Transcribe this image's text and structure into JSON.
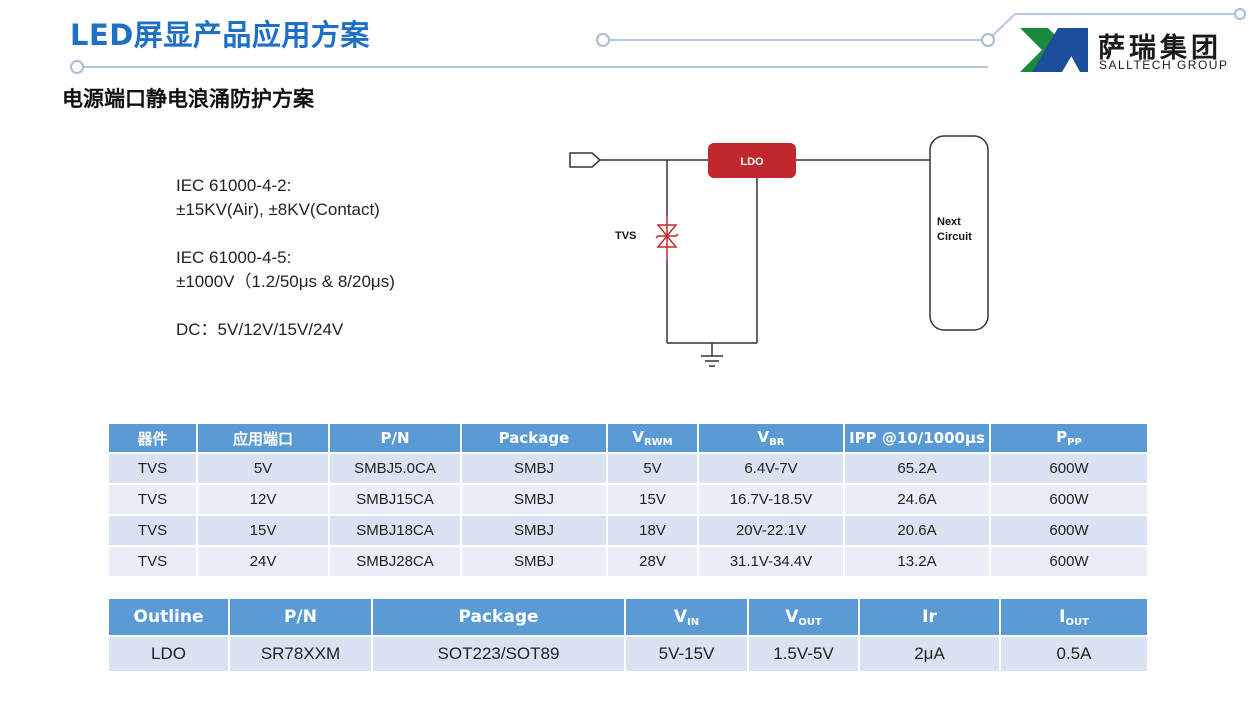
{
  "header": {
    "title": "LED屏显产品应用方案",
    "subtitle": "电源端口静电浪涌防护方案"
  },
  "logo": {
    "cn_name": "萨瑞集团",
    "en_name": "SALLTECH GROUP",
    "icon": "salltech-logo-icon",
    "brand_green": "#1a8a3c",
    "brand_blue": "#1d4e9c"
  },
  "specs": {
    "line1": "IEC 61000-4-2:",
    "line2": "±15KV(Air), ±8KV(Contact)",
    "line3": "IEC 61000-4-5:",
    "line4": "±1000V（1.2/50μs & 8/20μs)",
    "line5": "DC：5V/12V/15V/24V"
  },
  "circuit": {
    "ldo_label": "LDO",
    "tvs_label": "TVS",
    "next_line1": "Next",
    "next_line2": "Circuit",
    "ldo_color": "#c0282d",
    "tvs_color": "#c0282d"
  },
  "tvs_table": {
    "headers": {
      "device": "器件",
      "port": "应用端口",
      "pn": "P/N",
      "package": "Package",
      "vrwm_main": "V",
      "vrwm_sub": "RWM",
      "vbr_main": "V",
      "vbr_sub": "BR",
      "ipp": "IPP @10/1000μs",
      "ppp_main": "P",
      "ppp_sub": "PP"
    },
    "rows": [
      [
        "TVS",
        "5V",
        "SMBJ5.0CA",
        "SMBJ",
        "5V",
        "6.4V-7V",
        "65.2A",
        "600W"
      ],
      [
        "TVS",
        "12V",
        "SMBJ15CA",
        "SMBJ",
        "15V",
        "16.7V-18.5V",
        "24.6A",
        "600W"
      ],
      [
        "TVS",
        "15V",
        "SMBJ18CA",
        "SMBJ",
        "18V",
        "20V-22.1V",
        "20.6A",
        "600W"
      ],
      [
        "TVS",
        "24V",
        "SMBJ28CA",
        "SMBJ",
        "28V",
        "31.1V-34.4V",
        "13.2A",
        "600W"
      ]
    ]
  },
  "ldo_table": {
    "headers": {
      "outline": "Outline",
      "pn": "P/N",
      "package": "Package",
      "vin_main": "V",
      "vin_sub": "IN",
      "vout_main": "V",
      "vout_sub": "OUT",
      "ir": "Ir",
      "iout_main": "I",
      "iout_sub": "OUT"
    },
    "rows": [
      [
        "LDO",
        "SR78XXM",
        "SOT223/SOT89",
        "5V-15V",
        "1.5V-5V",
        "2μA",
        "0.5A"
      ]
    ]
  },
  "colors": {
    "header_bg": "#5b9bd5",
    "title_blue": "#1f6fc4",
    "row_light": "#e9edf6",
    "row_dark": "#d9e2f0"
  }
}
